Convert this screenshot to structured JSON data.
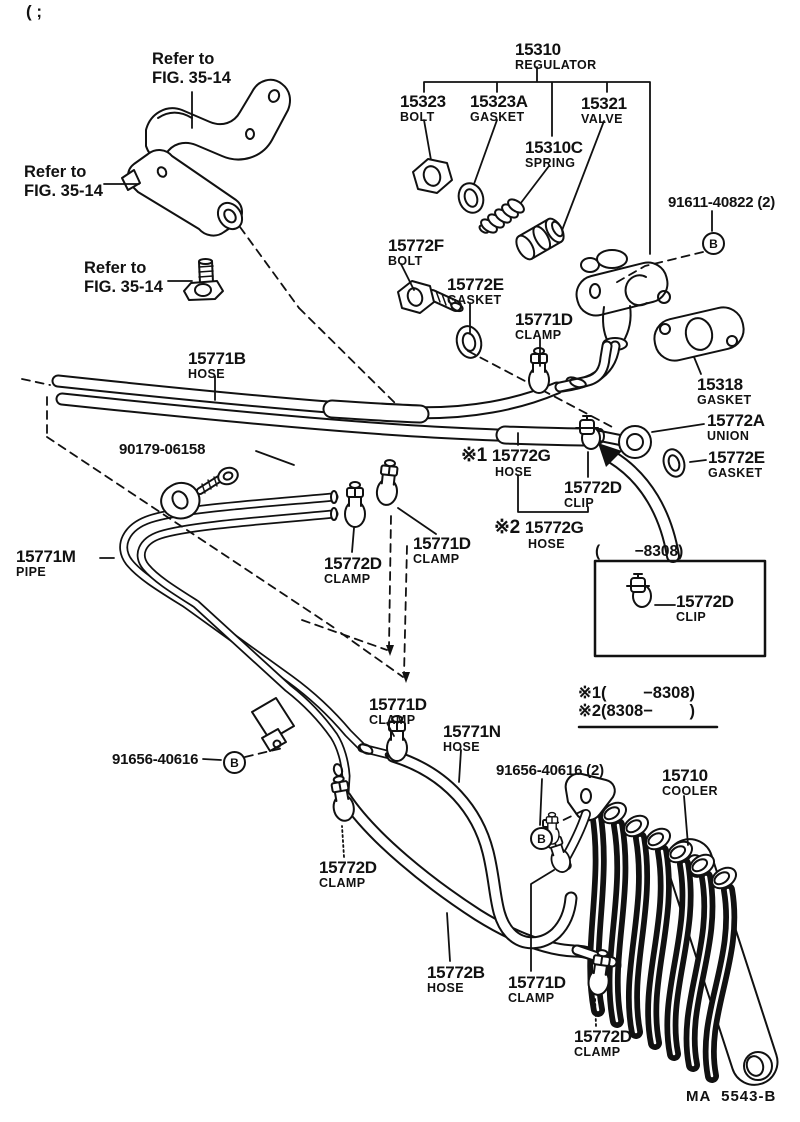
{
  "corner_mark": "( ;",
  "footer_code": "MA  5543-B",
  "marks": {
    "b": "B"
  },
  "refs": [
    {
      "l1": "Refer to",
      "l2": "FIG. 35-14"
    },
    {
      "l1": "Refer to",
      "l2": "FIG. 35-14"
    },
    {
      "l1": "Refer to",
      "l2": "FIG. 35-14"
    }
  ],
  "notes": {
    "box_header": "(        −8308)",
    "note1": "※1(        −8308)",
    "note2": "※2(8308−        )"
  },
  "labels": {
    "p15310": {
      "num": "15310",
      "name": "REGULATOR"
    },
    "p15323": {
      "num": "15323",
      "name": "BOLT"
    },
    "p15323a": {
      "num": "15323A",
      "name": "GASKET"
    },
    "p15321": {
      "num": "15321",
      "name": "VALVE"
    },
    "p15310c": {
      "num": "15310C",
      "name": "SPRING"
    },
    "p91611": {
      "text": "91611-40822 (2)"
    },
    "p15772f": {
      "num": "15772F",
      "name": "BOLT"
    },
    "p15772e_1": {
      "num": "15772E",
      "name": "GASKET"
    },
    "p15771d_1": {
      "num": "15771D",
      "name": "CLAMP"
    },
    "p15318": {
      "num": "15318",
      "name": "GASKET"
    },
    "p15771b": {
      "num": "15771B",
      "name": "HOSE"
    },
    "p15772a": {
      "num": "15772A",
      "name": "UNION"
    },
    "p15772e_2": {
      "num": "15772E",
      "name": "GASKET"
    },
    "p15772g_1": {
      "prefix": "※1",
      "num": "15772G",
      "name": "HOSE"
    },
    "p15772d_clip": {
      "num": "15772D",
      "name": "CLIP"
    },
    "p15772g_2": {
      "prefix": "※2",
      "num": "15772G",
      "name": "HOSE"
    },
    "p90179": {
      "text": "90179-06158"
    },
    "p15771m": {
      "num": "15771M",
      "name": "PIPE"
    },
    "p15772d_2": {
      "num": "15772D",
      "name": "CLAMP"
    },
    "p15771d_2": {
      "num": "15771D",
      "name": "CLAMP"
    },
    "p15772d_box": {
      "num": "15772D",
      "name": "CLIP"
    },
    "p15771d_3": {
      "num": "15771D",
      "name": "CLAMP"
    },
    "p15771n": {
      "num": "15771N",
      "name": "HOSE"
    },
    "p91656_1": {
      "text": "91656-40616"
    },
    "p91656_2": {
      "text": "91656-40616 (2)"
    },
    "p15710": {
      "num": "15710",
      "name": "COOLER"
    },
    "p15772d_3": {
      "num": "15772D",
      "name": "CLAMP"
    },
    "p15772b": {
      "num": "15772B",
      "name": "HOSE"
    },
    "p15771d_4": {
      "num": "15771D",
      "name": "CLAMP"
    },
    "p15772d_4": {
      "num": "15772D",
      "name": "CLAMP"
    }
  },
  "colors": {
    "ink": "#111111",
    "paper": "#ffffff"
  }
}
